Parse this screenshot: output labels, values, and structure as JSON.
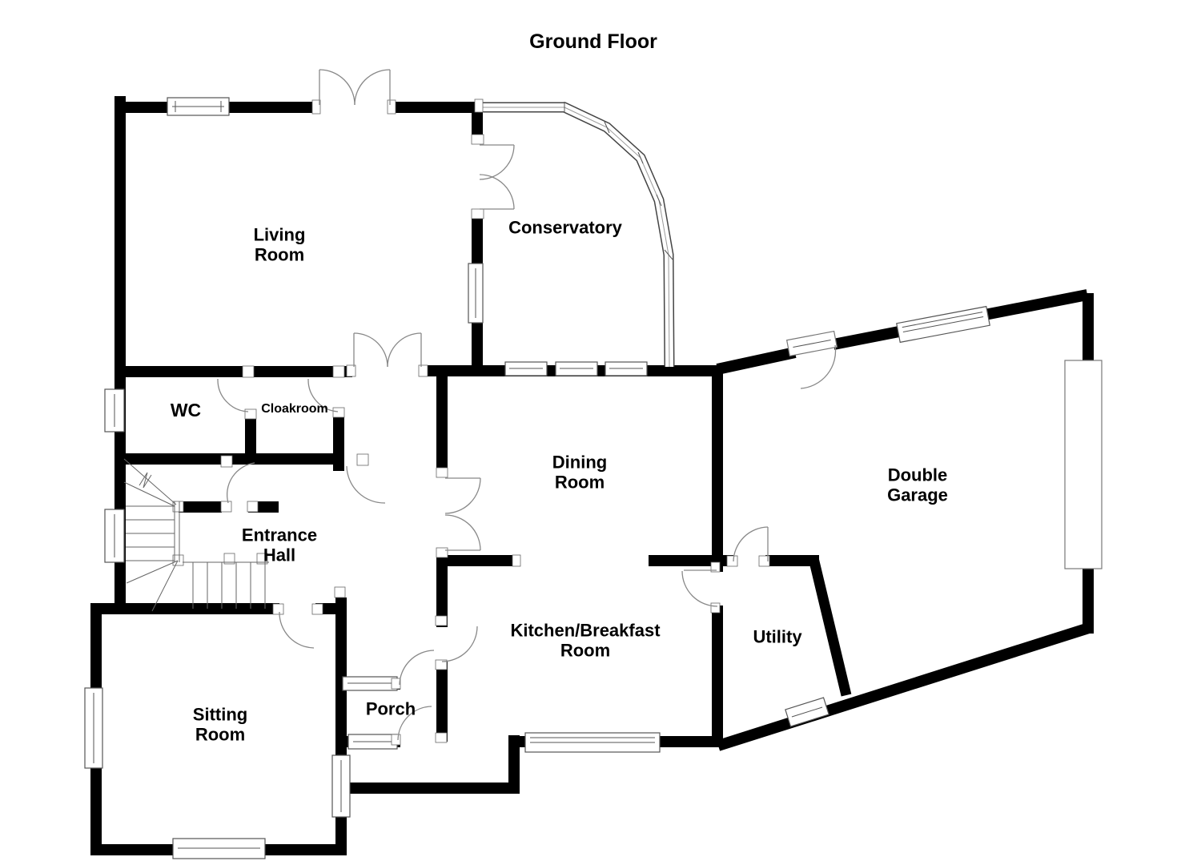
{
  "title": "Ground Floor",
  "rooms": {
    "living": {
      "label": "Living\nRoom"
    },
    "conservatory": {
      "label": "Conservatory"
    },
    "wc": {
      "label": "WC"
    },
    "cloakroom": {
      "label": "Cloakroom"
    },
    "entrance_hall": {
      "label": "Entrance\nHall"
    },
    "dining": {
      "label": "Dining\nRoom"
    },
    "garage": {
      "label": "Double\nGarage"
    },
    "kitchen": {
      "label": "Kitchen/Breakfast\nRoom"
    },
    "utility": {
      "label": "Utility"
    },
    "porch": {
      "label": "Porch"
    },
    "sitting": {
      "label": "Sitting\nRoom"
    }
  },
  "colors": {
    "wall": "#000000",
    "background": "#ffffff",
    "text": "#000000",
    "door_swing": "#888888",
    "window_frame": "#555555"
  }
}
